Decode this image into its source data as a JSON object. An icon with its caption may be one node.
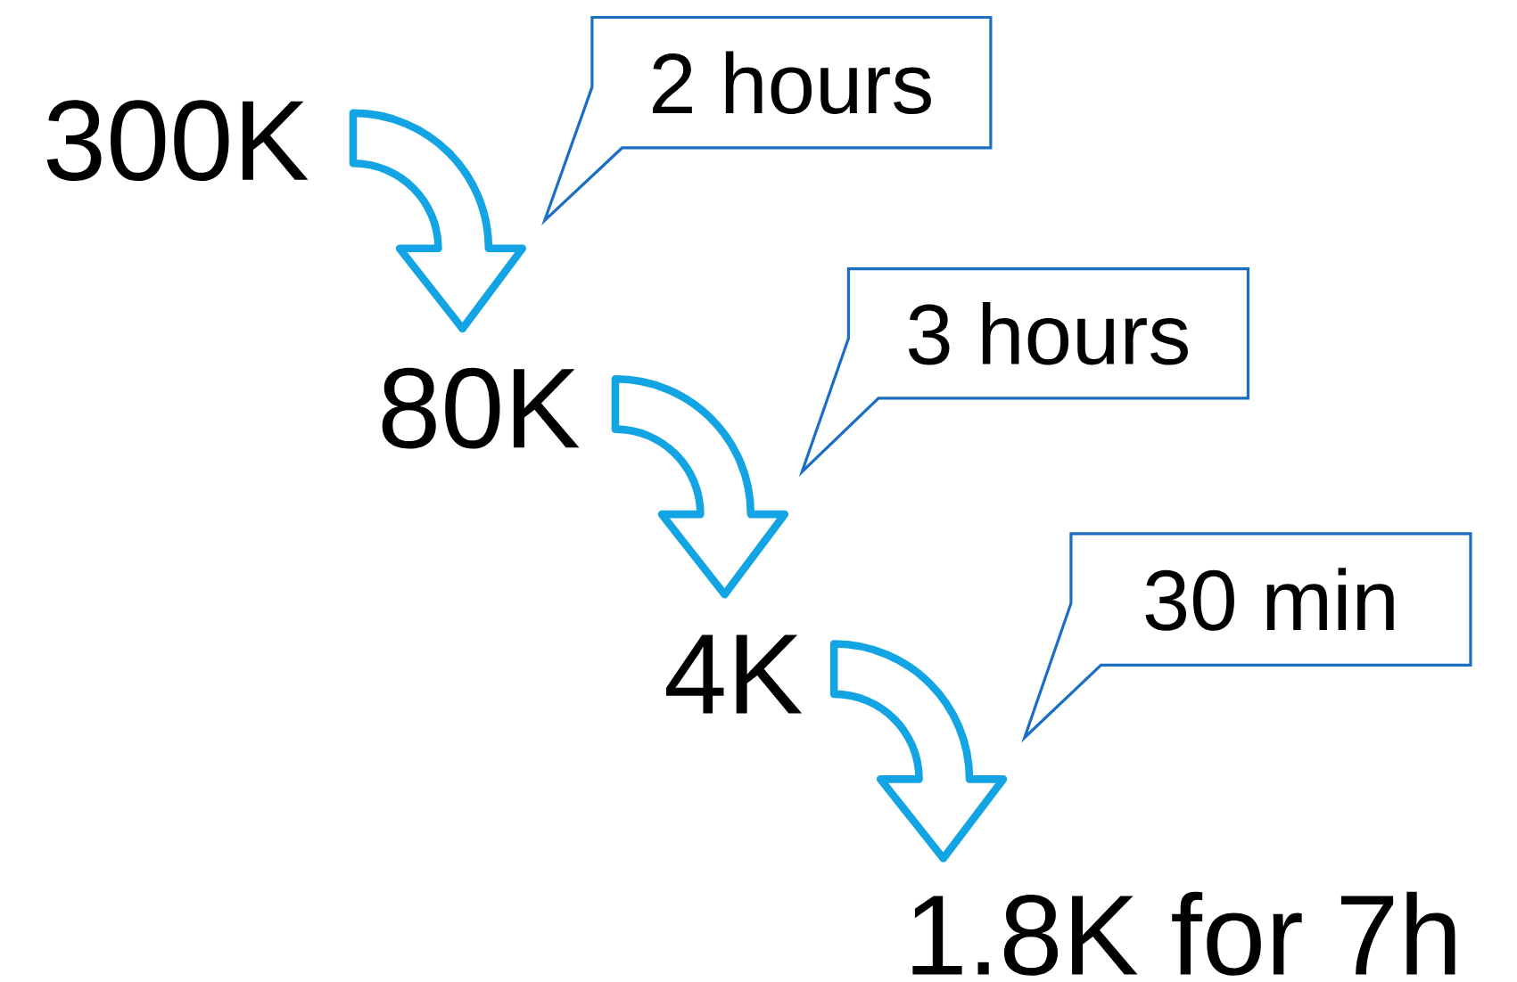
{
  "diagram": {
    "nodes": [
      {
        "text": [
          "300K"
        ]
      },
      {
        "text": [
          "2 hours"
        ]
      },
      {
        "text": [
          "80K"
        ]
      },
      {
        "text": [
          "3 hours"
        ]
      },
      {
        "text": [
          "4K"
        ]
      },
      {
        "text": [
          "30 min"
        ]
      },
      {
        "text": [
          "1.8K for 7h"
        ]
      }
    ],
    "edges": [
      {
        "from": 0,
        "to": 2,
        "arrow": "to"
      },
      {
        "from": 2,
        "to": 4,
        "arrow": "to"
      },
      {
        "from": 4,
        "to": 6,
        "arrow": "to"
      }
    ]
  }
}
